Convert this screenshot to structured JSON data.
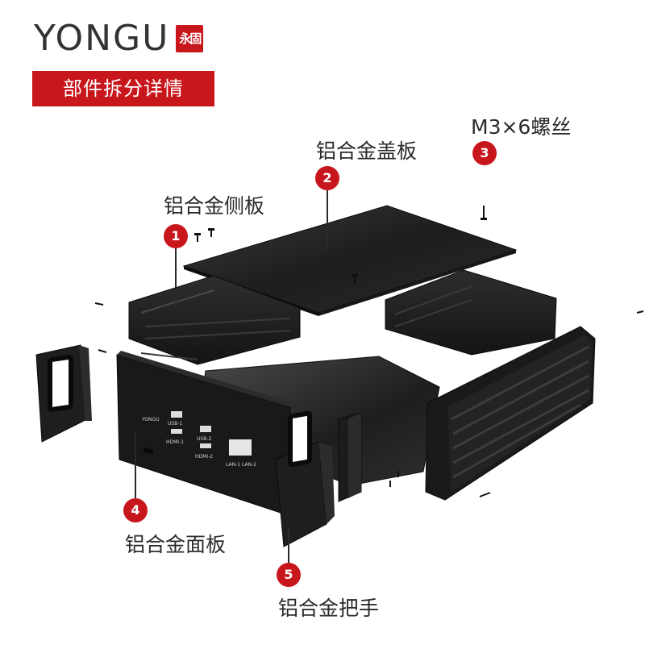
{
  "brand": {
    "name": "YONGU",
    "seal_text": "永固"
  },
  "banner": {
    "title": "部件拆分详情"
  },
  "parts": [
    {
      "num": "1",
      "label": "铝合金侧板"
    },
    {
      "num": "2",
      "label": "铝合金盖板"
    },
    {
      "num": "3",
      "label": "M3×6螺丝"
    },
    {
      "num": "4",
      "label": "铝合金面板"
    },
    {
      "num": "5",
      "label": "铝合金把手"
    }
  ],
  "front_panel": {
    "logo": "YONGU",
    "ports": [
      "USB-1",
      "HDMI-1",
      "USB-2",
      "HDMI-2",
      "LAN-1 LAN-2"
    ]
  },
  "colors": {
    "accent": "#c8161d",
    "metal_dark": "#1c1c1e",
    "text": "#2a2a2a"
  }
}
